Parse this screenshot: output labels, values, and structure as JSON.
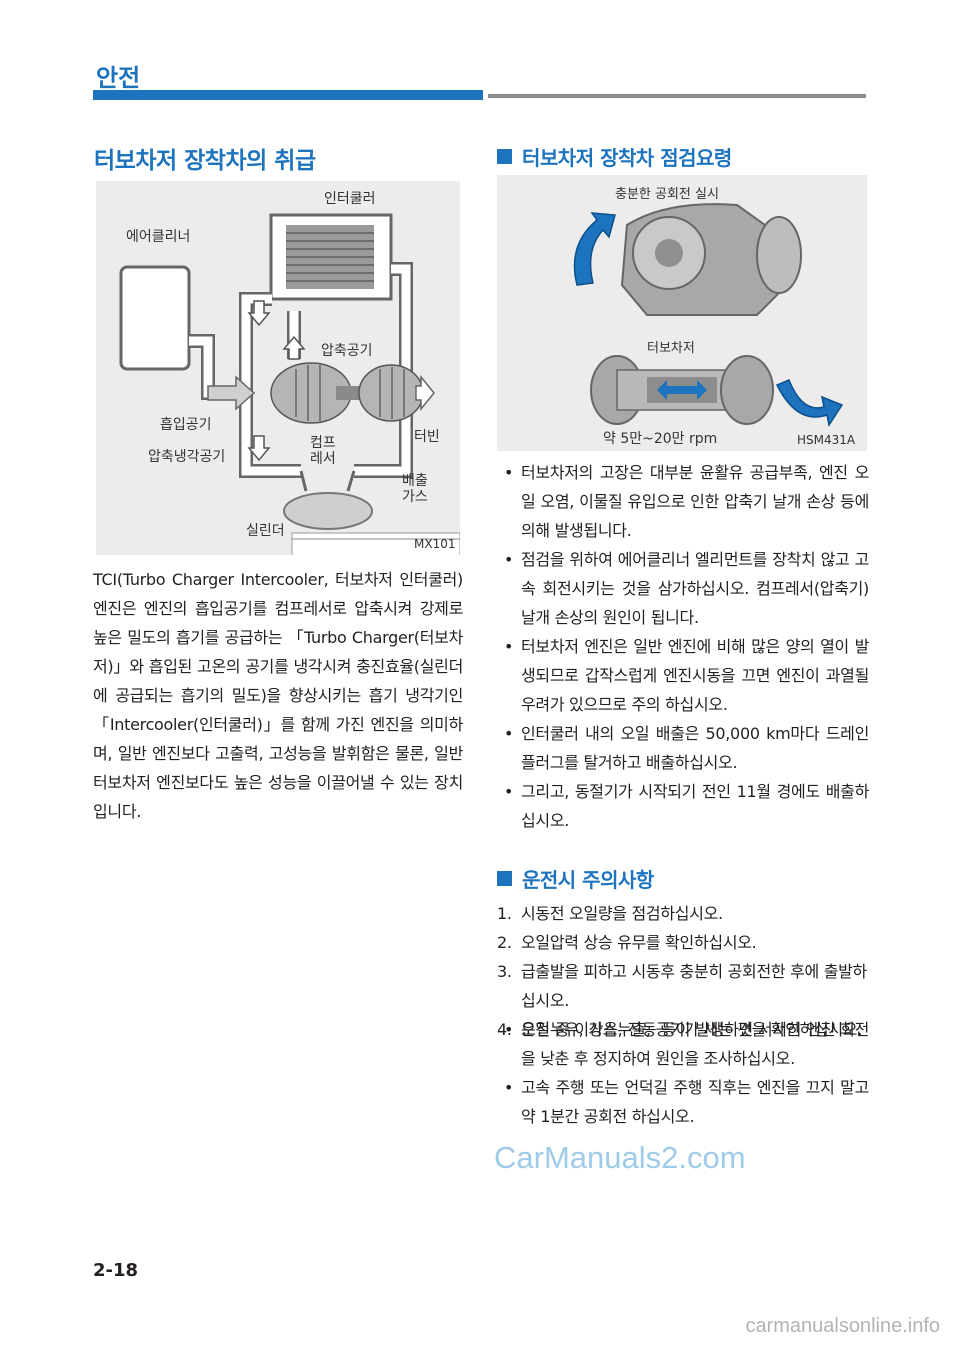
{
  "header": {
    "section": "안전"
  },
  "left": {
    "title": "터보차저 장착차의 취급",
    "figure": {
      "labels": {
        "intercooler": "인터쿨러",
        "aircleaner": "에어클리너",
        "compressed_air": "압축공기",
        "intake_air": "흡입공기",
        "turbine": "터빈",
        "compressor": "컴프\n레서",
        "cooled_air": "압축냉각공기",
        "exhaust": "배출\n가스",
        "cylinder": "실린더"
      },
      "code": "MX101"
    },
    "paragraph": "TCI(Turbo Charger Intercooler, 터보차저 인터쿨러) 엔진은 엔진의 흡입공기를 컴프레서로 압축시켜 강제로 높은 밀도의 흡기를 공급하는 「Turbo Charger(터보차저)」와 흡입된 고온의 공기를 냉각시켜 충진효율(실린더에 공급되는 흡기의 밀도)을 향상시키는 흡기 냉각기인 「Intercooler(인터쿨러)」를 함께 가진 엔진을 의미하며, 일반 엔진보다 고출력, 고성능을 발휘함은 물론, 일반 터보차저 엔진보다도 높은 성능을 이끌어낼 수 있는 장치입니다."
  },
  "right": {
    "inspection": {
      "heading": "터보차저 장착차 점검요령",
      "figure": {
        "top_label": "충분한 공회전 실시",
        "turbo_label": "터보차저",
        "rpm_label": "약 5만~20만 rpm",
        "code": "HSM431A"
      },
      "bullets": [
        "터보차저의 고장은 대부분 윤활유 공급부족, 엔진 오일 오염, 이물질 유입으로 인한 압축기 날개 손상 등에 의해 발생됩니다.",
        "점검을 위하여 에어클리너 엘리먼트를 장착치 않고 고속 회전시키는 것을 삼가하십시오. 컴프레서(압축기) 날개 손상의 원인이 됩니다.",
        "터보차저 엔진은 일반 엔진에 비해 많은 양의 열이 발생되므로 갑작스럽게 엔진시동을 끄면 엔진이 과열될 우려가 있으므로 주의 하십시오.",
        "인터쿨러 내의 오일 배출은 50,000 km마다 드레인 플러그를 탈거하고 배출하십시오.",
        "그리고, 동절기가 시작되기 전인 11월 경에도 배출하십시오."
      ]
    },
    "driving": {
      "heading": "운전시 주의사항",
      "numbered": [
        {
          "num": "1.",
          "text": "시동전 오일량을 점검하십시오."
        },
        {
          "num": "2.",
          "text": "오일압력 상승 유무를 확인하십시오."
        },
        {
          "num": "3.",
          "text": "급출발을 피하고 시동후 충분히 공회전한 후에 출발하십시오."
        },
        {
          "num": "4.",
          "text": "오일누유, 가스누출, 공기가 새는 것을 확인하십시오."
        }
      ],
      "bullets": [
        "운전 중 이상음, 진동 등이 발생하면 서서히 엔진 회전을 낮춘 후 정지하여 원인을 조사하십시오.",
        "고속 주행 또는 언덕길 주행 직후는 엔진을 끄지 말고 약 1분간 공회전 하십시오."
      ]
    }
  },
  "watermark": "CarManuals2.com",
  "page_number": "2-18",
  "footer_watermark": "carmanualsonline.info",
  "colors": {
    "accent": "#1e73be",
    "rule_gray": "#8c8c8c",
    "figure_bg": "#ececec"
  }
}
